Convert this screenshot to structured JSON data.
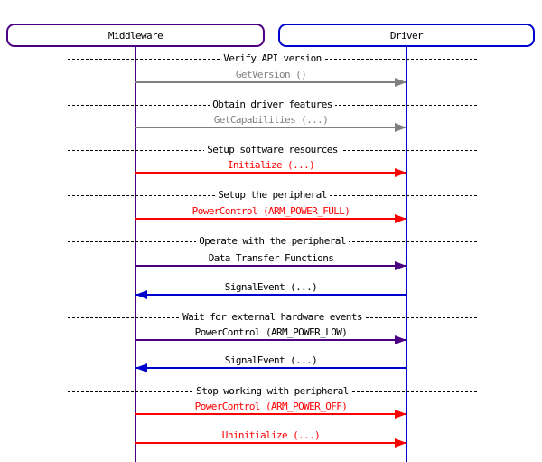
{
  "participants": [
    {
      "label": "Middleware",
      "color": "#4B0082"
    },
    {
      "label": "Driver",
      "color": "#0000CC"
    }
  ],
  "colors": {
    "inactive_gray": "#808080",
    "action_red": "#FF0000",
    "transfer_purple": "#4B0082",
    "event_blue": "#0000CC",
    "text_black": "#000000",
    "separator_black": "#000000"
  },
  "flow": [
    {
      "type": "separator",
      "label": "Verify API version"
    },
    {
      "type": "message",
      "label": "GetVersion ()",
      "direction": "right",
      "line_color": "#808080",
      "text_color": "#808080"
    },
    {
      "type": "separator",
      "label": "Obtain driver features"
    },
    {
      "type": "message",
      "label": "GetCapabilities (...)",
      "direction": "right",
      "line_color": "#808080",
      "text_color": "#808080"
    },
    {
      "type": "separator",
      "label": "Setup software resources"
    },
    {
      "type": "message",
      "label": "Initialize (...)",
      "direction": "right",
      "line_color": "#FF0000",
      "text_color": "#FF0000"
    },
    {
      "type": "separator",
      "label": "Setup the peripheral"
    },
    {
      "type": "message",
      "label": "PowerControl (ARM_POWER_FULL)",
      "direction": "right",
      "line_color": "#FF0000",
      "text_color": "#FF0000"
    },
    {
      "type": "separator",
      "label": "Operate with the peripheral"
    },
    {
      "type": "message",
      "label": "Data Transfer Functions",
      "direction": "right",
      "line_color": "#4B0082",
      "text_color": "#000000"
    },
    {
      "type": "message",
      "label": "SignalEvent (...)",
      "direction": "left",
      "line_color": "#0000CC",
      "text_color": "#000000"
    },
    {
      "type": "separator",
      "label": "Wait for external hardware events"
    },
    {
      "type": "message",
      "label": "PowerControl (ARM_POWER_LOW)",
      "direction": "right",
      "line_color": "#4B0082",
      "text_color": "#000000"
    },
    {
      "type": "message",
      "label": "SignalEvent (...)",
      "direction": "left",
      "line_color": "#0000CC",
      "text_color": "#000000"
    },
    {
      "type": "separator",
      "label": "Stop working with peripheral"
    },
    {
      "type": "message",
      "label": "PowerControl (ARM_POWER_OFF)",
      "direction": "right",
      "line_color": "#FF0000",
      "text_color": "#FF0000"
    },
    {
      "type": "message",
      "label": "Uninitialize (...)",
      "direction": "right",
      "line_color": "#FF0000",
      "text_color": "#FF0000"
    }
  ]
}
